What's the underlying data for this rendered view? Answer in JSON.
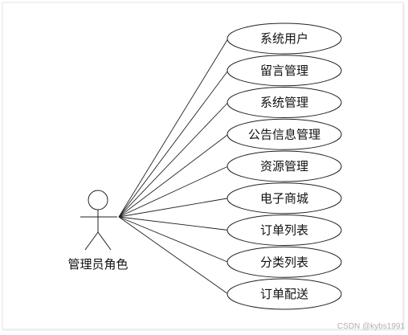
{
  "actor": {
    "name": "管理员角色",
    "icon": "stick-figure-icon"
  },
  "use_cases": [
    "系统用户",
    "留言管理",
    "系统管理",
    "公告信息管理",
    "资源管理",
    "电子商城",
    "订单列表",
    "分类列表",
    "订单配送"
  ],
  "watermark": "CSDN @kybs1991",
  "colors": {
    "line": "#222222",
    "ellipse_fill": "#ffffff",
    "frame_border": "#e2e2e2",
    "watermark": "#b0b0b0"
  }
}
